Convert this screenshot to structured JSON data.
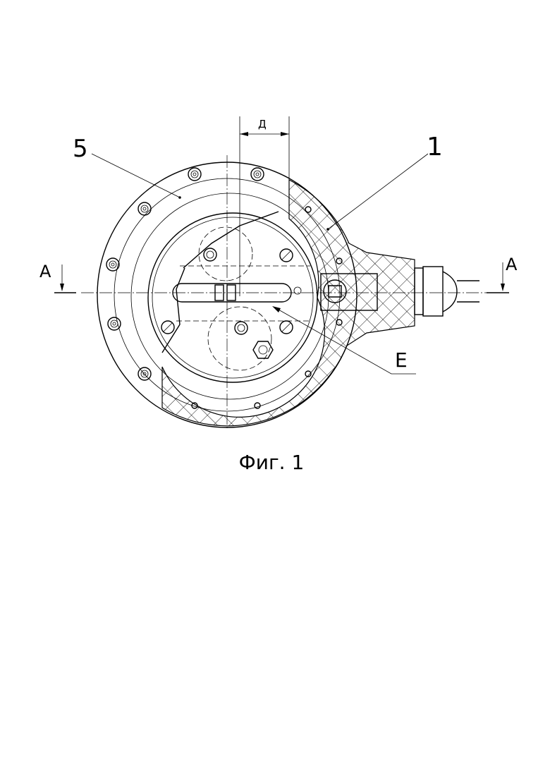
{
  "figure": {
    "caption": "Фиг. 1",
    "labels": {
      "part_5": "5",
      "part_1": "1",
      "section_left": "A",
      "section_right": "A",
      "dimension": "Д",
      "view_e": "E"
    }
  }
}
